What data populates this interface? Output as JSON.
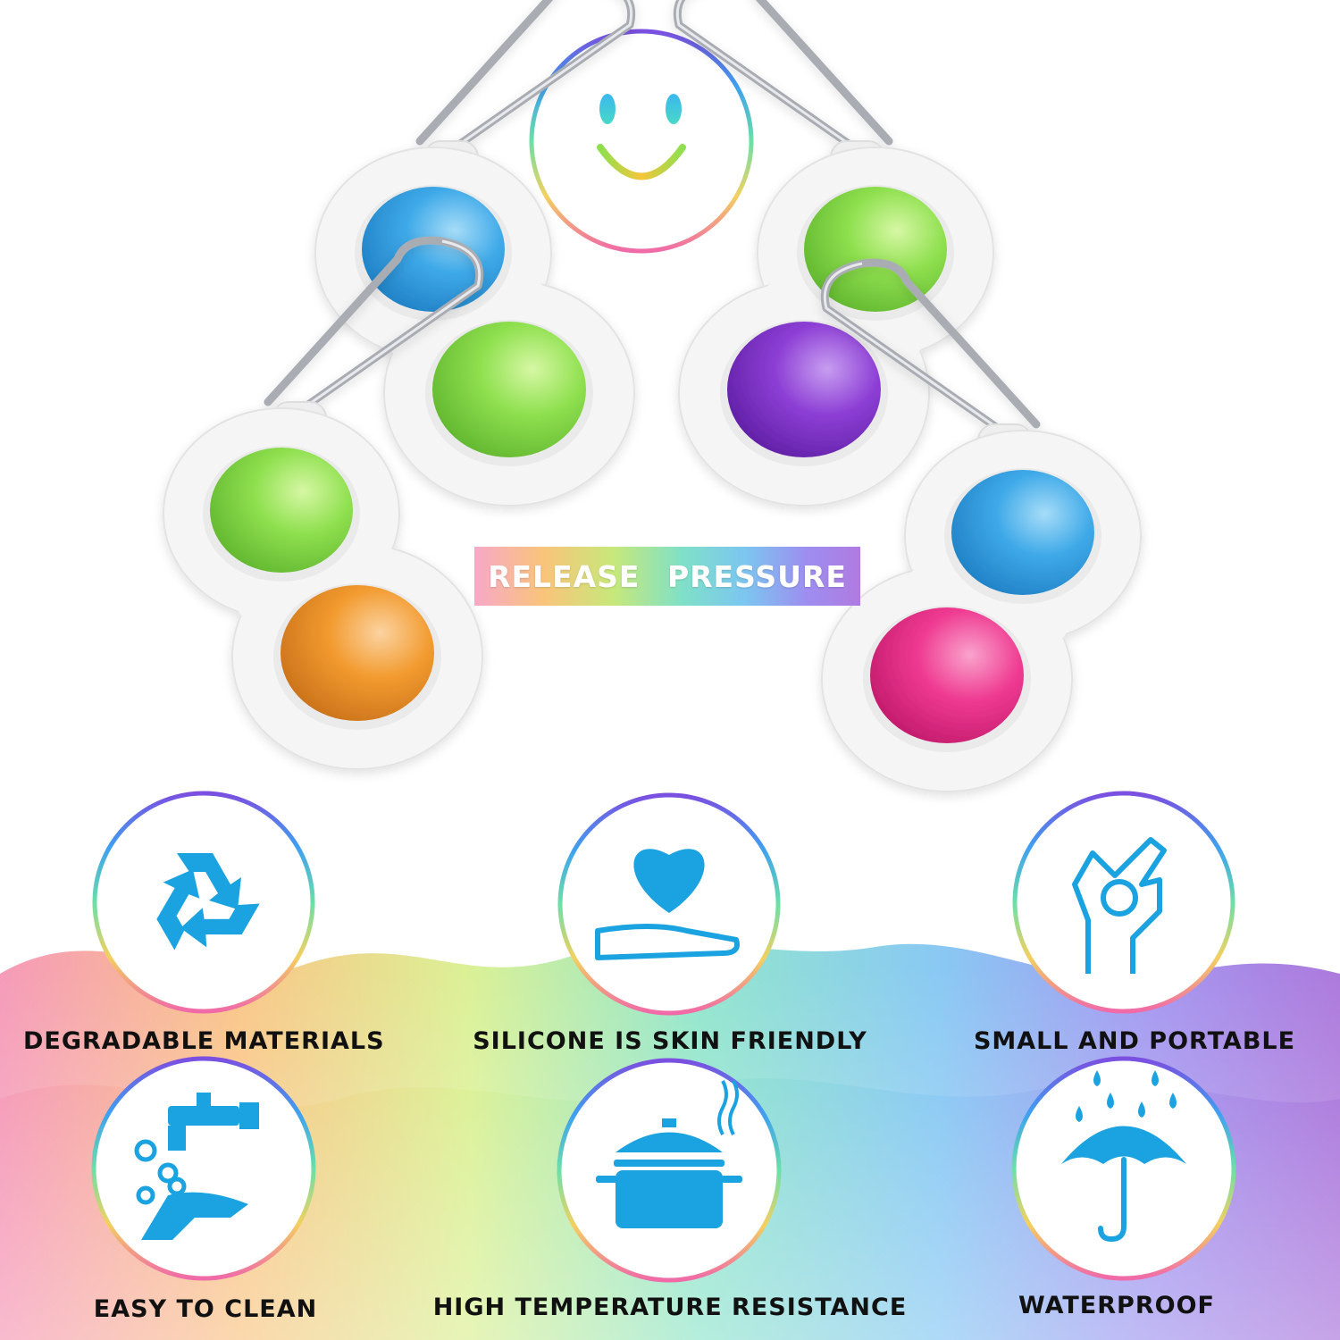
{
  "banner": {
    "text": "RELEASE PRESSURE"
  },
  "colors": {
    "icon": "#1aa3e0",
    "blue_dome": "#37a7e6",
    "green_dome": "#8ee04f",
    "purple_dome": "#8e3fd6",
    "orange_dome": "#f39b2b",
    "pink_dome": "#f0388f",
    "frame": "#f4f4f4"
  },
  "features": [
    {
      "label": "DEGRADABLE MATERIALS",
      "icon": "recycle-icon"
    },
    {
      "label": "SILICONE IS SKIN FRIENDLY",
      "icon": "heart-hand-icon"
    },
    {
      "label": "SMALL AND PORTABLE",
      "icon": "ok-hand-icon"
    },
    {
      "label": "EASY TO CLEAN",
      "icon": "faucet-wash-icon"
    },
    {
      "label": "HIGH TEMPERATURE RESISTANCE",
      "icon": "cooking-pot-icon"
    },
    {
      "label": "WATERPROOF",
      "icon": "umbrella-rain-icon"
    }
  ]
}
